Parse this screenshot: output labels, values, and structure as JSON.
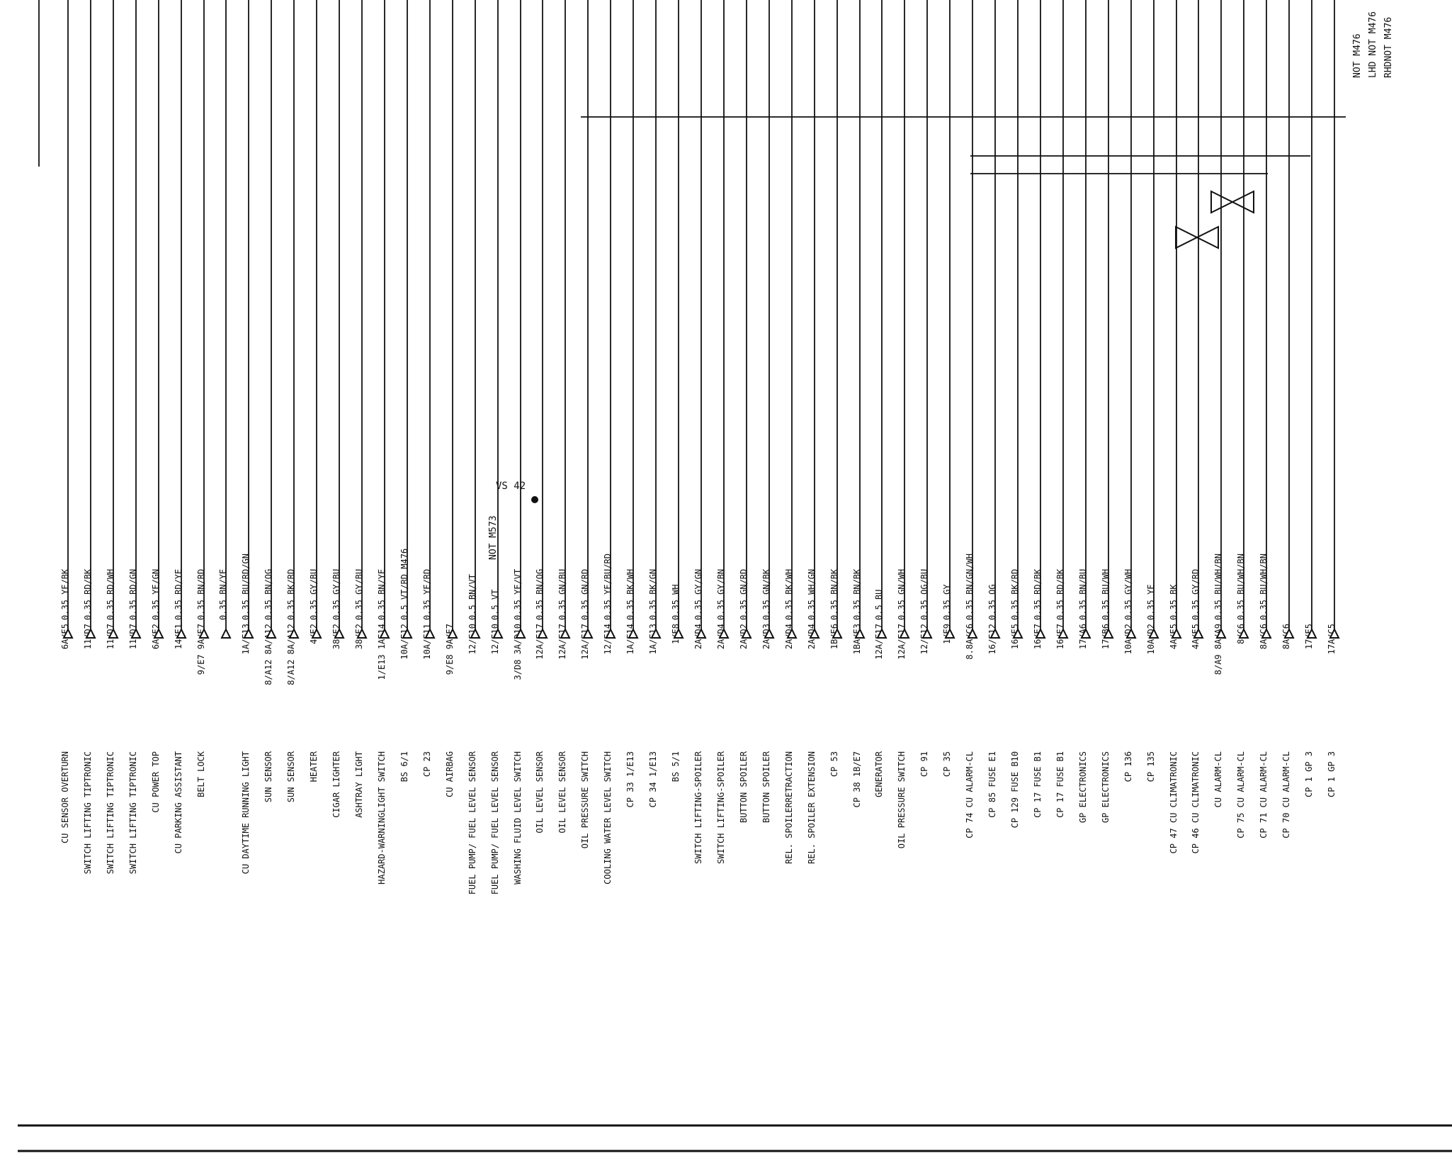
{
  "diagram": {
    "title": "Wiring Diagram — Sheet (rotated)",
    "vs_label": "VS 42",
    "not_m573": "NOT M573",
    "right_notes": [
      "NOT M476",
      "LHD NOT M476",
      "RHDNOT M476"
    ],
    "connectors": [
      {
        "name": "CU SENSOR OVERTURN",
        "pin": "6A/E5",
        "wire": "0.35 YE/BK"
      },
      {
        "name": "SWITCH LIFTING TIPTRONIC",
        "pin": "11/D7",
        "wire": "0.35 RD/BK"
      },
      {
        "name": "SWITCH LIFTING TIPTRONIC",
        "pin": "11/D7",
        "wire": "0.35 RD/WH"
      },
      {
        "name": "SWITCH LIFTING TIPTRONIC",
        "pin": "11/D7",
        "wire": "0.35 RD/GN"
      },
      {
        "name": "CU POWER TOP",
        "pin": "6A/E2",
        "wire": "0.35 YE/GN"
      },
      {
        "name": "CU PARKING ASSISTANT",
        "pin": "14/E1",
        "wire": "0.35 RD/YE"
      },
      {
        "name": "BELT LOCK",
        "pin": "9/E7 9A/E7",
        "wire": "0.35 BN/RD"
      },
      {
        "name": "",
        "pin": "",
        "wire": "0.35 BN/YE"
      },
      {
        "name": "CU DAYTIME RUNNING LIGHT",
        "pin": "1A/E13",
        "wire": "0.35 BU/RD/GN"
      },
      {
        "name": "SUN SENSOR",
        "pin": "8/A12 8A/A12",
        "wire": "0.35 BN/OG"
      },
      {
        "name": "SUN SENSOR",
        "pin": "8/A12 8A/A12",
        "wire": "0.35 BK/RD"
      },
      {
        "name": "HEATER",
        "pin": "4/E2",
        "wire": "0.35 GY/BU"
      },
      {
        "name": "CIGAR LIGHTER",
        "pin": "38/E2",
        "wire": "0.35 GY/BU"
      },
      {
        "name": "ASHTRAY LIGHT",
        "pin": "38/E2",
        "wire": "0.35 GY/BU"
      },
      {
        "name": "HAZARD-WARNINGLIGHT SWITCH",
        "pin": "1/E13 1AE14",
        "wire": "0.35 BN/YE"
      },
      {
        "name": "BS 6/1",
        "pin": "10A/E12",
        "wire": "0.5 VT/RD M476"
      },
      {
        "name": "CP 23",
        "pin": "10A/E11",
        "wire": "0.35 YE/RD"
      },
      {
        "name": "CU AIRBAG",
        "pin": "9/E8 9A/E7",
        "wire": ""
      },
      {
        "name": "FUEL PUMP/ FUEL LEVEL SENSOR",
        "pin": "12/E10",
        "wire": "0.5 BN/VT"
      },
      {
        "name": "FUEL PUMP/ FUEL LEVEL SENSOR",
        "pin": "12/E10",
        "wire": "0.5 VT"
      },
      {
        "name": "WASHING FLUID LEVEL SWITCH",
        "pin": "3/D8 3A/D10",
        "wire": "0.35 YE/VT"
      },
      {
        "name": "OIL LEVEL SENSOR",
        "pin": "12A/E17",
        "wire": "0.35 BN/OG"
      },
      {
        "name": "OIL LEVEL SENSOR",
        "pin": "12A/E17",
        "wire": "0.35 GN/BU"
      },
      {
        "name": "OIL PRESSURE SWITCH",
        "pin": "12A/E17",
        "wire": "0.35 GN/RD"
      },
      {
        "name": "COOLING WATER LEVEL SWITCH",
        "pin": "12/E14",
        "wire": "0.35 YE/BU/RD"
      },
      {
        "name": "CP 33 1/E13",
        "pin": "1A/E14",
        "wire": "0.35 BK/WH"
      },
      {
        "name": "CP 34 1/E13",
        "pin": "1A/E13",
        "wire": "0.35 BK/GN"
      },
      {
        "name": "BS 5/1",
        "pin": "1/E8",
        "wire": "0.35 WH"
      },
      {
        "name": "SWITCH LIFTING-SPOILER",
        "pin": "2A/D4",
        "wire": "0.35 GY/GN"
      },
      {
        "name": "SWITCH LIFTING-SPOILER",
        "pin": "2A/D4",
        "wire": "0.35 GY/BN"
      },
      {
        "name": "BUTTON SPOILER",
        "pin": "2A/D2",
        "wire": "0.35 GN/RD"
      },
      {
        "name": "BUTTON SPOILER",
        "pin": "2A/D3",
        "wire": "0.35 GN/BK"
      },
      {
        "name": "REL. SPOILERRETRACTION",
        "pin": "2A/D4",
        "wire": "0.35 BK/WH"
      },
      {
        "name": "REL. SPOILER EXTENSION",
        "pin": "2A/D4",
        "wire": "0.35 WH/GN"
      },
      {
        "name": "CP 53",
        "pin": "1B/E6",
        "wire": "0.35 BN/BK"
      },
      {
        "name": "CP 38 1B/E7",
        "pin": "1BA/E3",
        "wire": "0.35 BN/BK"
      },
      {
        "name": "GENERATOR",
        "pin": "12A/E17",
        "wire": "0.5 BU"
      },
      {
        "name": "OIL PRESSURE SWITCH",
        "pin": "12A/E17",
        "wire": "0.35 GN/WH"
      },
      {
        "name": "CP 91",
        "pin": "12/E12",
        "wire": "0.35 OG/BU"
      },
      {
        "name": "CP 35",
        "pin": "1/E9",
        "wire": "0.35 GY"
      },
      {
        "name": "CP 74 CU ALARM-CL",
        "pin": "8.8A/C6",
        "wire": "0.35 BN/GN/WH"
      },
      {
        "name": "CP 85 FUSE E1",
        "pin": "16/E12",
        "wire": "0.35 OG"
      },
      {
        "name": "CP 129 FUSE B10",
        "pin": "16/E5",
        "wire": "0.35 BK/RD"
      },
      {
        "name": "CP 17 FUSE B1",
        "pin": "16/E7",
        "wire": "0.35 RD/BK"
      },
      {
        "name": "CP 17 FUSE B1",
        "pin": "16/E7",
        "wire": "0.35 RD/BK"
      },
      {
        "name": "GP ELECTRONICS",
        "pin": "17/A6",
        "wire": "0.35 BN/BU"
      },
      {
        "name": "GP ELECTRONICS",
        "pin": "17/B6",
        "wire": "0.35 BU/WH"
      },
      {
        "name": "CP 136",
        "pin": "10A/D2",
        "wire": "0.35 GY/WH"
      },
      {
        "name": "CP 135",
        "pin": "10A/D2",
        "wire": "0.35 YE"
      },
      {
        "name": "CP 47 CU CLIMATRONIC",
        "pin": "4A/E5",
        "wire": "0.35 BK"
      },
      {
        "name": "CP 46 CU CLIMATRONIC",
        "pin": "4A/E5",
        "wire": "0.35 GY/RD"
      },
      {
        "name": "CU ALARM-CL",
        "pin": "8/A9 8A/A9",
        "wire": "0.35 BU/WH/BN"
      },
      {
        "name": "CP 75 CU ALARM-CL",
        "pin": "8/C6",
        "wire": "0.35 BU/WH/BN"
      },
      {
        "name": "CP 71 CU ALARM-CL",
        "pin": "8A/C6",
        "wire": "0.35 BU/WH/BN"
      },
      {
        "name": "CP 70 CU ALARM-CL",
        "pin": "8A/C6",
        "wire": ""
      },
      {
        "name": "CP 1 GP 3",
        "pin": "17/E5",
        "wire": ""
      },
      {
        "name": "CP 1 GP 3",
        "pin": "17A/C5",
        "wire": ""
      }
    ]
  }
}
